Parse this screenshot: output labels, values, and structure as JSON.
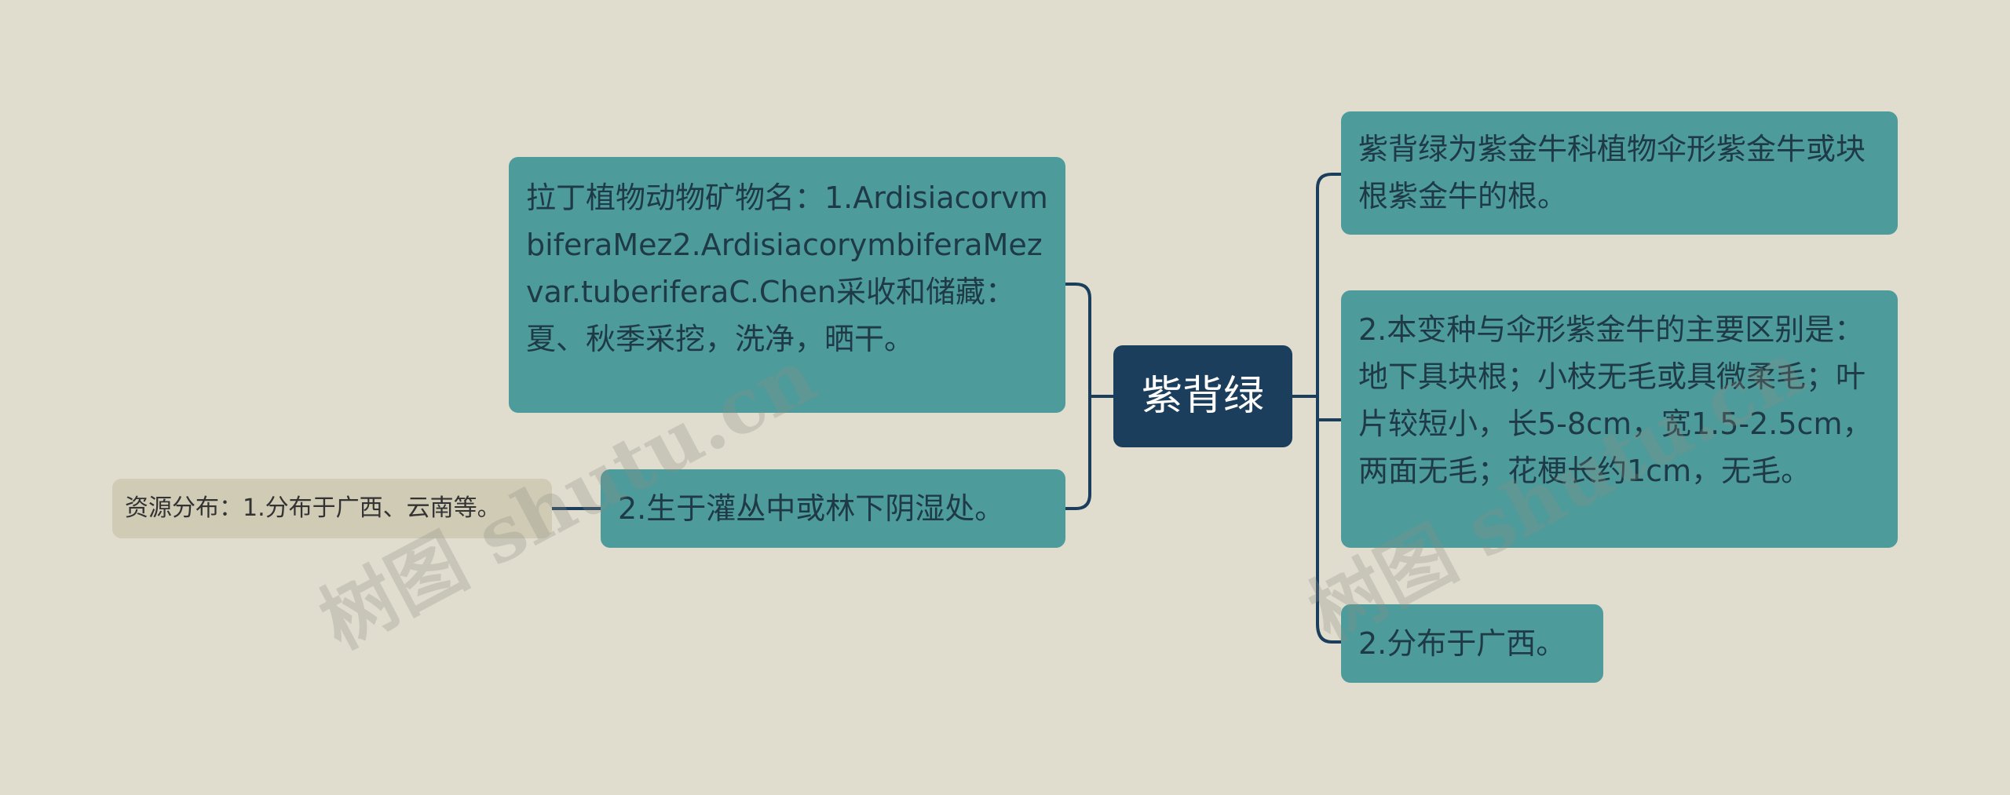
{
  "root": {
    "label": "紫背绿"
  },
  "left": [
    {
      "text": "拉丁植物动物矿物名：1.ArdisiacorvmbiferaMez2.ArdisiacorymbiferaMezvar.tuberiferaC.Chen采收和储藏：夏、秋季采挖，洗净，晒干。"
    },
    {
      "text": "2.生于灌丛中或林下阴湿处。"
    }
  ],
  "leaf": {
    "text": "资源分布：1.分布于广西、云南等。"
  },
  "right": [
    {
      "text": "紫背绿为紫金牛科植物伞形紫金牛或块根紫金牛的根。"
    },
    {
      "text": "2.本变种与伞形紫金牛的主要区别是：地下具块根；小枝无毛或具微柔毛；叶片较短小，长5-8cm，宽1.5-2.5cm，两面无毛；花梗长约1cm，无毛。"
    },
    {
      "text": "2.分布于广西。"
    }
  ],
  "watermarks": [
    "树图 shutu.cn",
    "树图 shutu.cn"
  ],
  "colors": {
    "background": "#e0ddcf",
    "root": "#1b3e5c",
    "node": "#4e9b9b",
    "leaf": "#cfcbb5",
    "connector": "#1b3e5c"
  }
}
